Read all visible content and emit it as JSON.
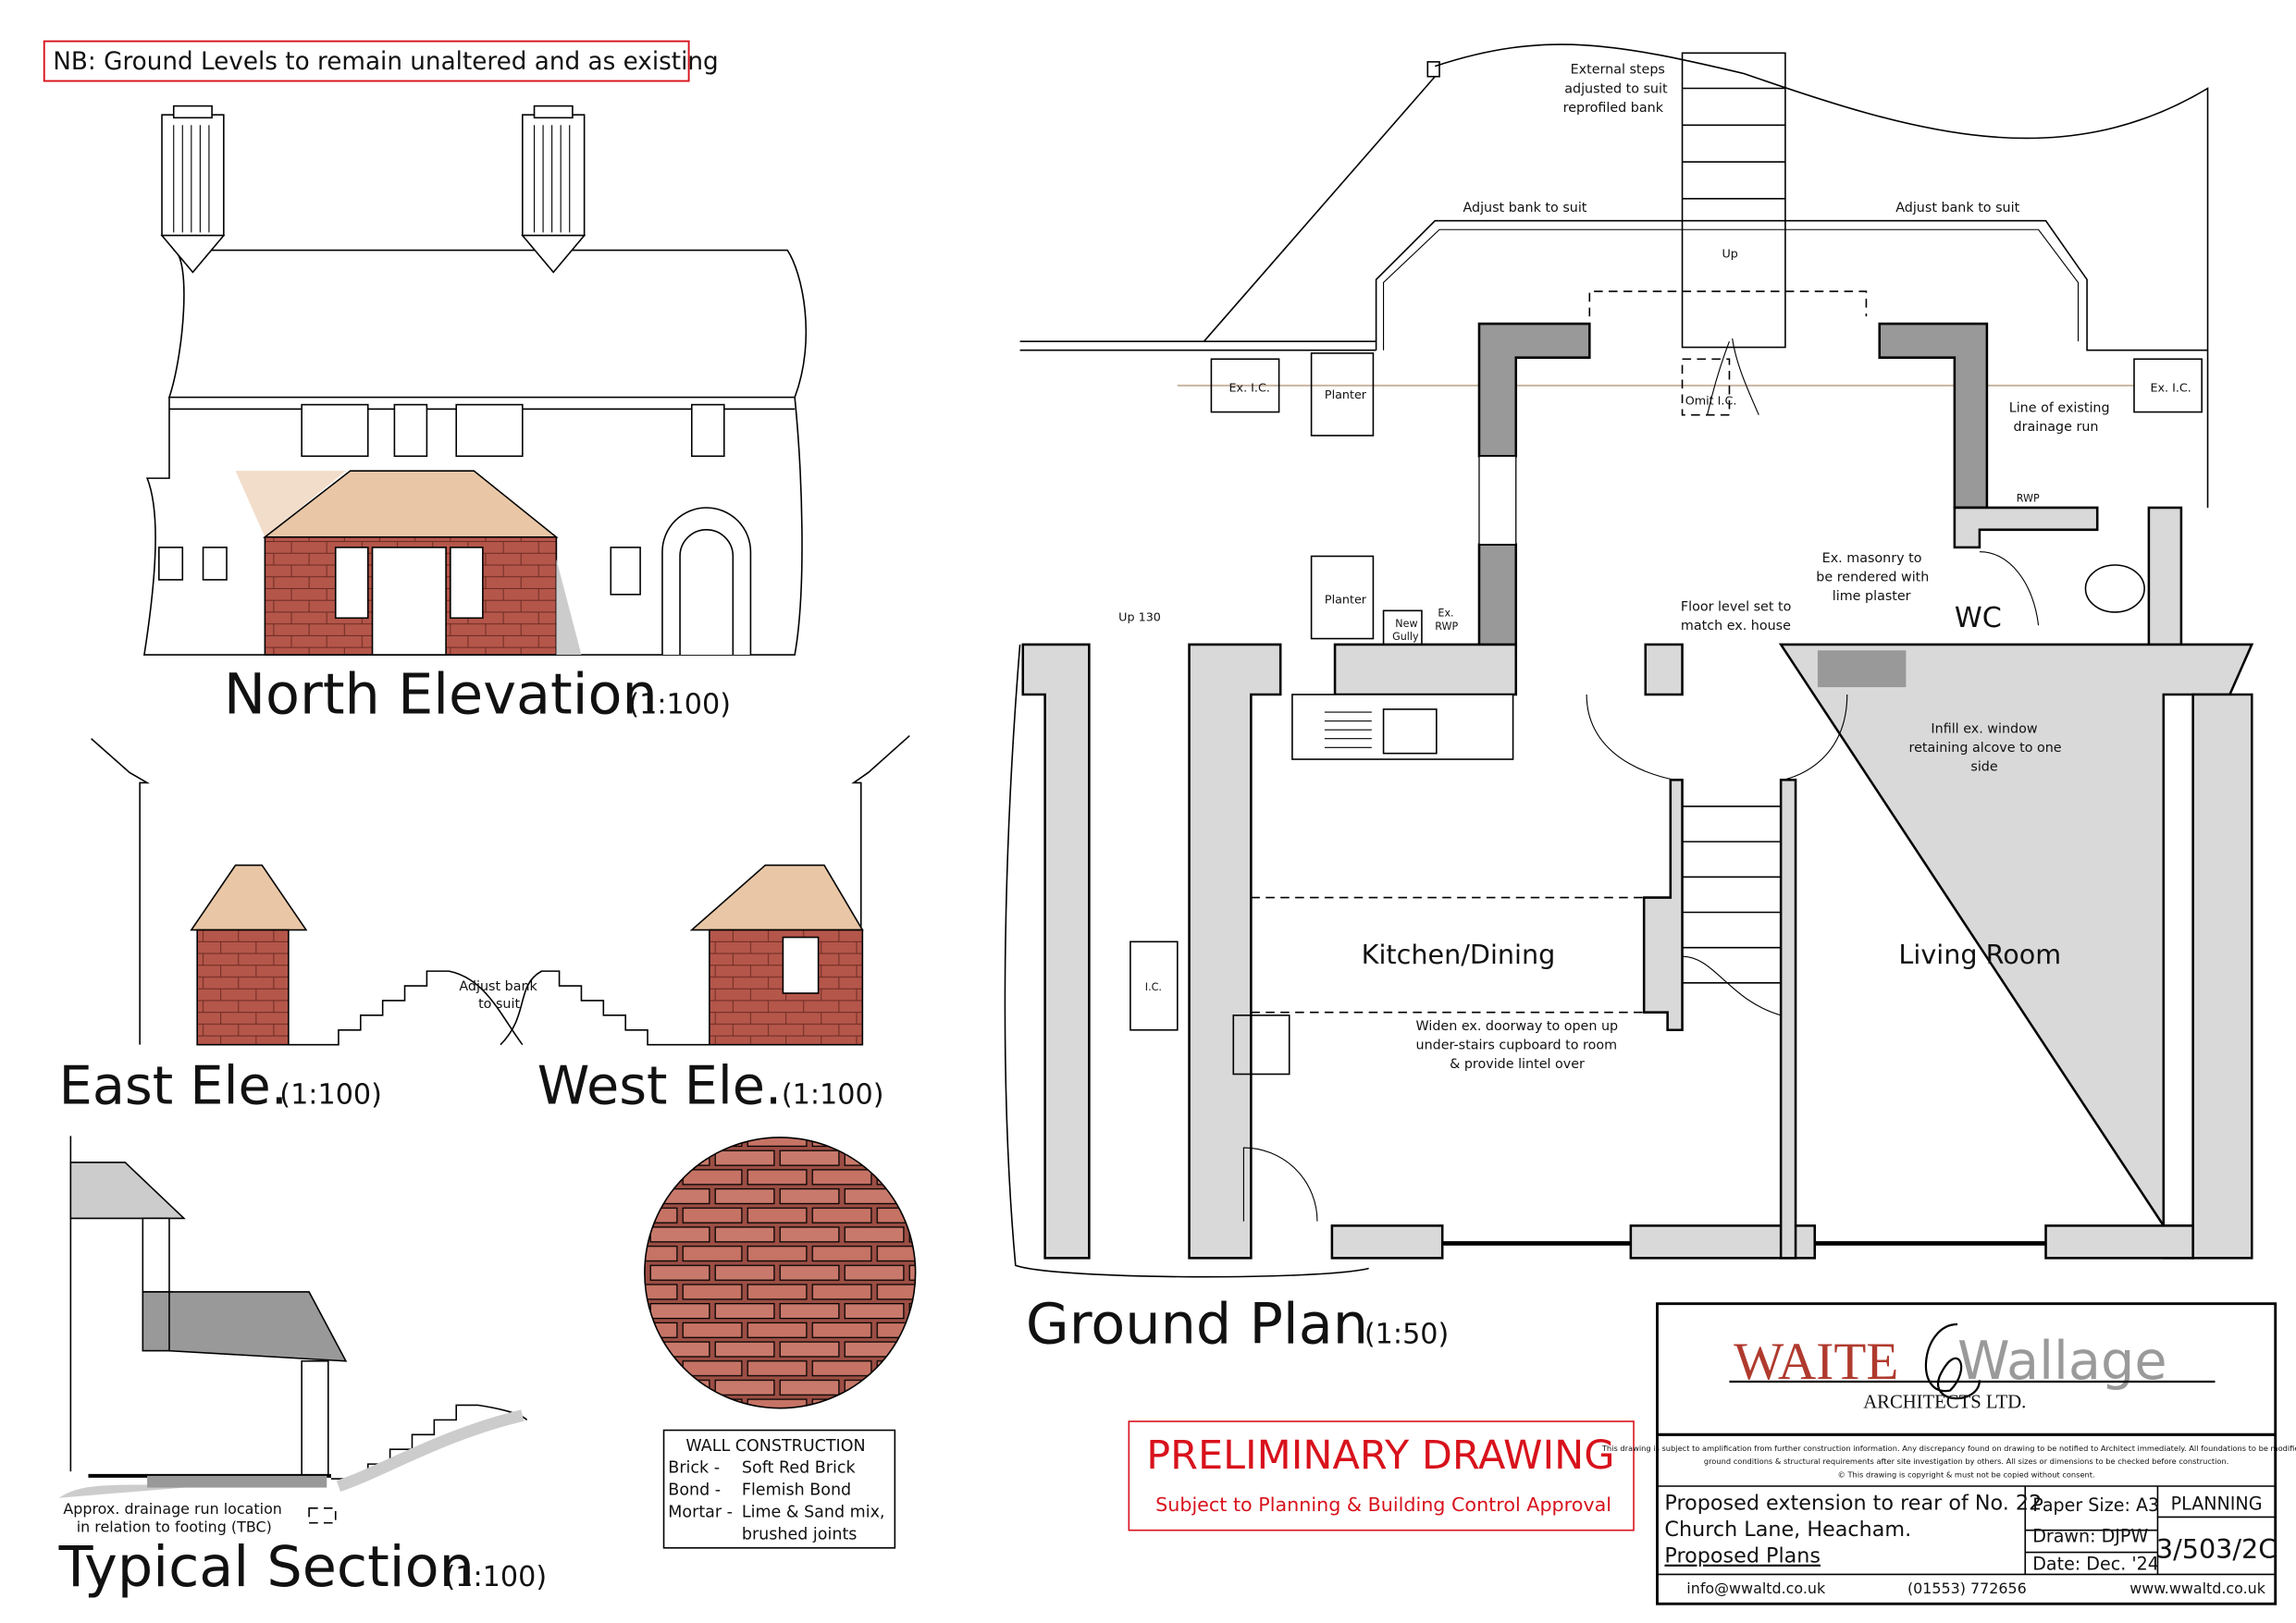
{
  "note_box": "NB: Ground Levels to remain unaltered and as existing",
  "views": {
    "north": {
      "title": "North Elevation",
      "scale": "(1:100)"
    },
    "east": {
      "title": "East Ele.",
      "scale": "(1:100)"
    },
    "west": {
      "title": "West Ele.",
      "scale": "(1:100)"
    },
    "section": {
      "title": "Typical Section",
      "scale": "(1:100)"
    },
    "plan": {
      "title": "Ground Plan",
      "scale": "(1:50)"
    }
  },
  "elevation_notes": {
    "adjust_bank": [
      "Adjust bank",
      "to suit"
    ],
    "drainage": [
      "Approx. drainage run location",
      "in relation to footing (TBC)"
    ]
  },
  "wall_construction": {
    "heading": "WALL CONSTRUCTION",
    "rows": [
      {
        "label": "Brick -",
        "value": "Soft Red Brick"
      },
      {
        "label": "Bond -",
        "value": "Flemish Bond"
      },
      {
        "label": "Mortar -",
        "value": "Lime & Sand mix,"
      },
      {
        "label": "",
        "value": "brushed joints"
      }
    ]
  },
  "plan_labels": {
    "external_steps": [
      "External steps",
      "adjusted to suit",
      "reprofiled bank"
    ],
    "adjust_bank_left": "Adjust bank to suit",
    "adjust_bank_right": "Adjust bank to suit",
    "up": "Up",
    "ex_ic_left": "Ex. I.C.",
    "ex_ic_right": "Ex. I.C.",
    "planter_top": "Planter",
    "planter_bottom": "Planter",
    "omit_ic": "Omit I.C.",
    "drainage_line": [
      "Line of existing",
      "drainage run"
    ],
    "rwp": "RWP",
    "ex_rwp": [
      "Ex.",
      "RWP"
    ],
    "new_gully": [
      "New",
      "Gully"
    ],
    "up_130": "Up 130",
    "masonry": [
      "Ex. masonry to",
      "be rendered with",
      "lime plaster"
    ],
    "floor_level": [
      "Floor level set to",
      "match ex. house"
    ],
    "wc": "WC",
    "infill": [
      "Infill ex. window",
      "retaining alcove to one",
      "side"
    ],
    "kitchen": "Kitchen/Dining",
    "living": "Living Room",
    "widen": [
      "Widen ex. doorway to open up",
      "under-stairs cupboard to room",
      "& provide lintel over"
    ],
    "ic": "I.C."
  },
  "preliminary": {
    "title": "PRELIMINARY DRAWING",
    "subtitle": "Subject to Planning & Building Control Approval"
  },
  "title_block": {
    "logo": {
      "word1": "WAITE",
      "word2": "Wallage",
      "sub": "ARCHITECTS LTD."
    },
    "disclaimer": [
      "This drawing is subject to amplification from further construction information.  Any discrepancy found on drawing to be notified to Architect immediately.  All foundations to be modified to suit",
      "ground conditions & structural requirements after site investigation by others.  All sizes or dimensions to be checked before construction.",
      "© This drawing is copyright & must not be copied without consent."
    ],
    "project": [
      "Proposed extension to rear of No. 22",
      "Church Lane, Heacham."
    ],
    "drawing_title": "Proposed Plans",
    "paper_size": "Paper Size: A3",
    "drawn": "Drawn: DJPW",
    "date": "Date: Dec. '24",
    "status": "PLANNING",
    "drawing_no": "3/503/2C",
    "email": "info@wwaltd.co.uk",
    "phone": "(01553) 772656",
    "website": "www.wwaltd.co.uk"
  },
  "colors": {
    "brick": "#b5564a",
    "roof": "#e9c7a6",
    "new_wall": "#999999",
    "existing_wall": "#d9d9d9",
    "red_accent": "#d8121c",
    "logo_red": "#b03a2e",
    "logo_grey": "#9a9a9a",
    "drain_line": "#c8b4a0"
  }
}
